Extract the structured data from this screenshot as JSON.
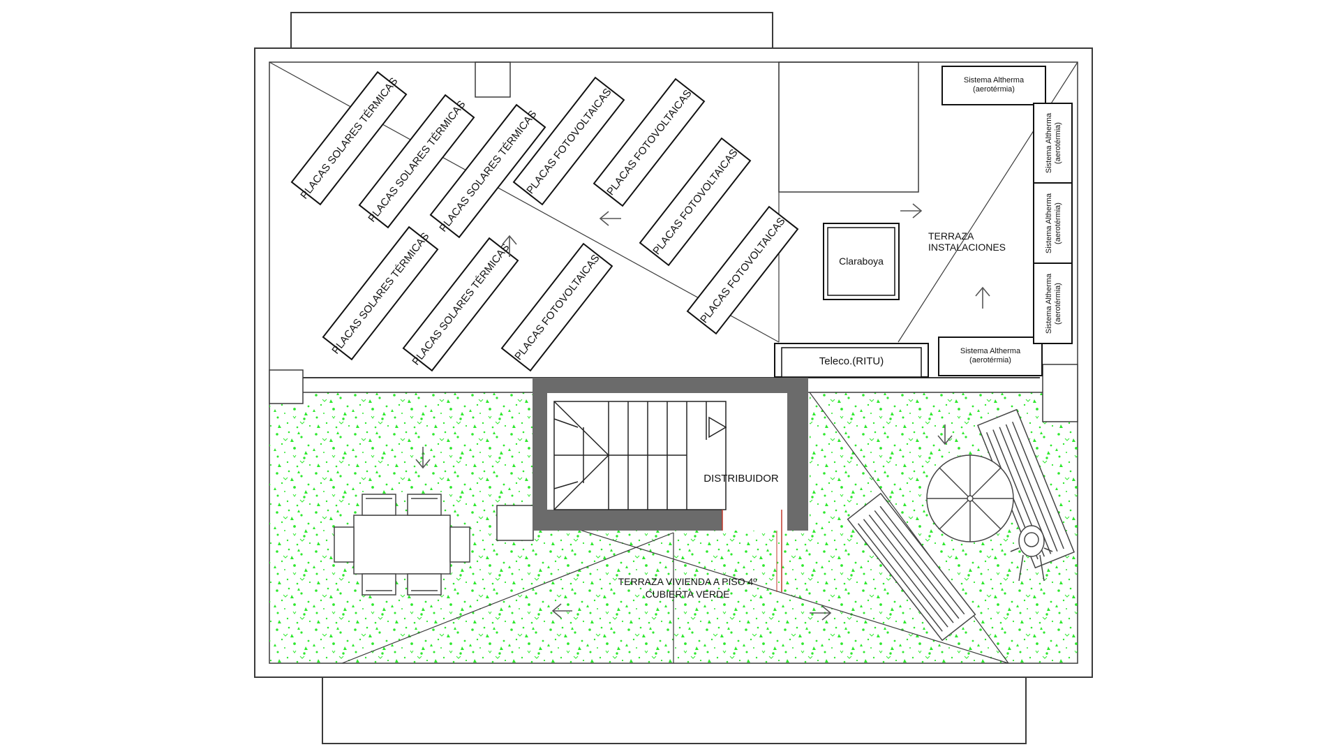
{
  "plan": {
    "labels": {
      "solar_thermal": "PLACAS SOLARES TÉRMICAS",
      "photovoltaic": "PLACAS FOTOVOLTAICAS",
      "altherma_line1": "Sistema Altherma",
      "altherma_line2": "(aerotérmia)",
      "skylight": "Claraboya",
      "telecom": "Teleco.(RITU)",
      "installations_terrace_line1": "TERRAZA",
      "installations_terrace_line2": "INSTALACIONES",
      "distributor": "DISTRIBUIDOR",
      "green_terrace_line1": "TERRAZA VIVIENDA A PISO 4º",
      "green_terrace_line2": "CUBIERTA VERDE"
    },
    "colors": {
      "line": "#3a3a3a",
      "wall": "#6b6b6b",
      "green_dots": "#2ee82e",
      "door": "#c0392b"
    }
  }
}
